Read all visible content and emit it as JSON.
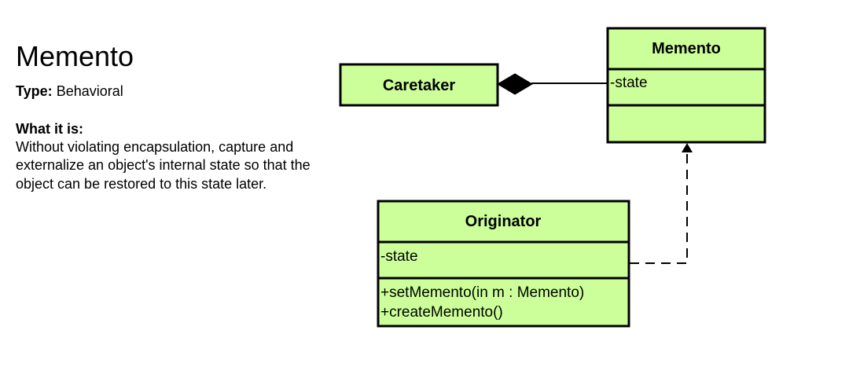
{
  "left_panel": {
    "title": "Memento",
    "type_label": "Type:",
    "type_value": "Behavioral",
    "what_heading": "What it is:",
    "description": "Without violating encapsulation, capture and externalize an object's internal state so that the object can be restored to this state later."
  },
  "diagram": {
    "box_fill": "#ccff99",
    "classes": {
      "caretaker": {
        "name": "Caretaker"
      },
      "memento": {
        "name": "Memento",
        "attributes": [
          "-state"
        ],
        "operations": []
      },
      "originator": {
        "name": "Originator",
        "attributes": [
          "-state"
        ],
        "operations": [
          "+setMemento(in m : Memento)",
          "+createMemento()"
        ]
      }
    },
    "relationships": [
      {
        "type": "composition",
        "from": "Caretaker",
        "to": "Memento"
      },
      {
        "type": "dependency",
        "from": "Originator",
        "to": "Memento"
      }
    ]
  }
}
